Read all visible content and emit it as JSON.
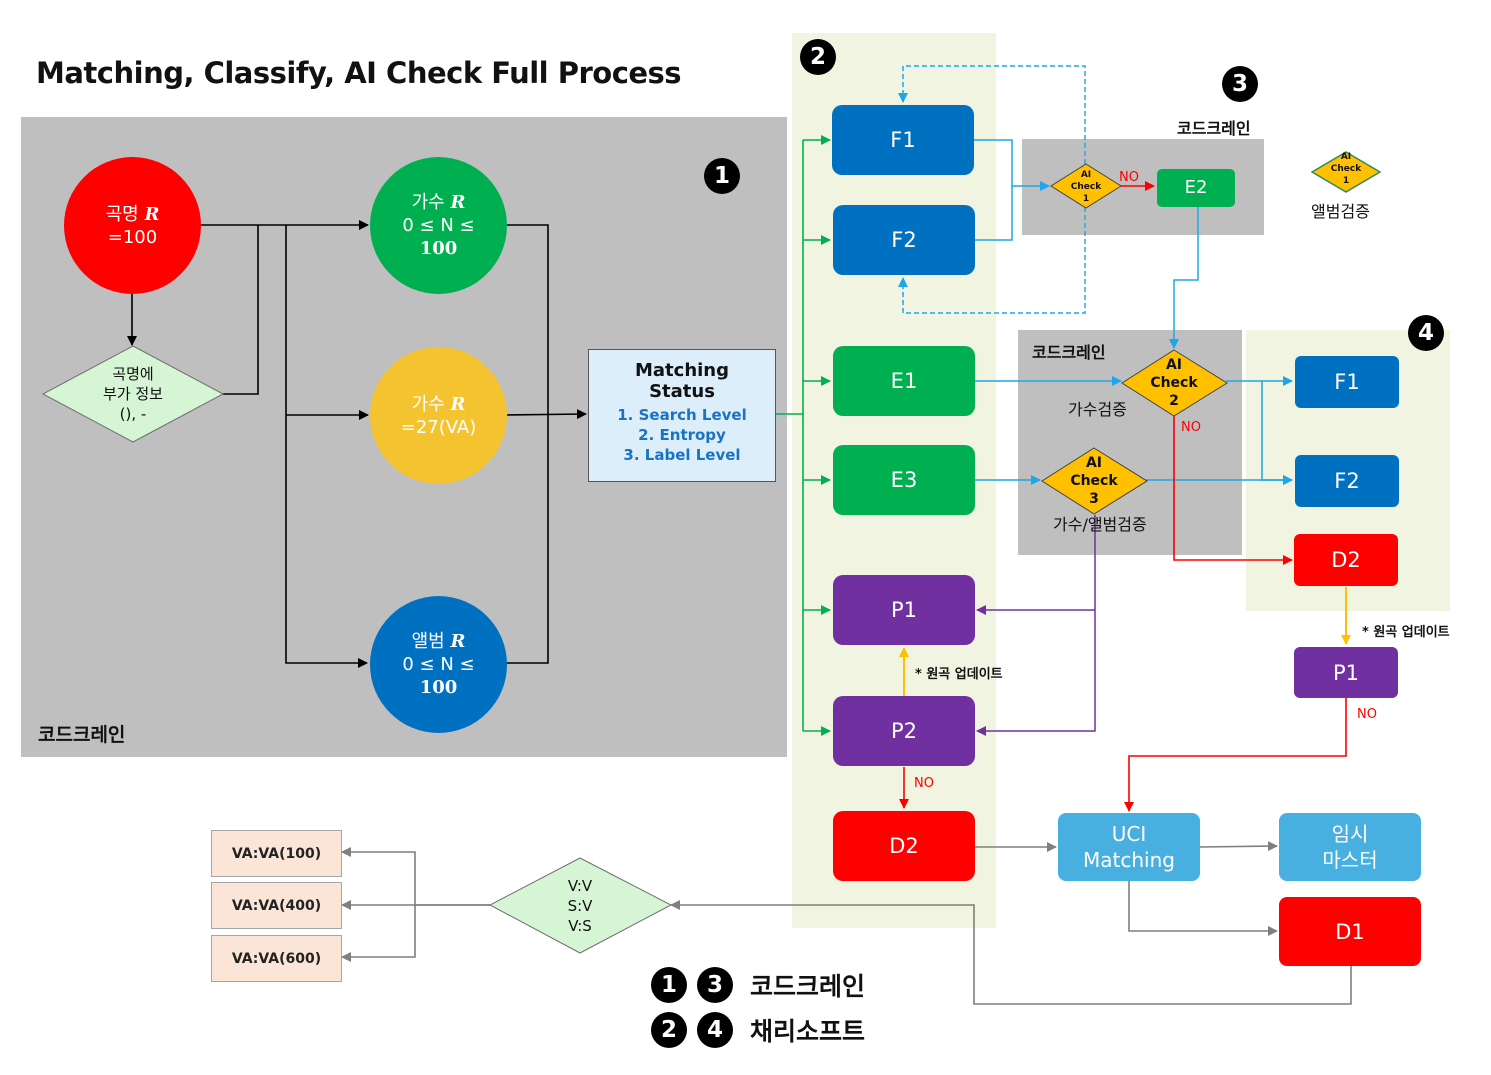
{
  "title": "Matching, Classify, AI Check Full Process",
  "regions": {
    "cc_main_label": "코드크레인",
    "cc3_label": "코드크레인",
    "cc2_label": "코드크레인"
  },
  "badges": {
    "b1": "1",
    "b2": "2",
    "b3": "3",
    "b4": "4"
  },
  "left": {
    "song": {
      "line1": "곡명",
      "r": "R",
      "line2": "=100"
    },
    "singer_range": {
      "line1": "가수",
      "r": "R",
      "line2": "0 ≤ N ≤",
      "line3": "100"
    },
    "singer_va": {
      "line1": "가수",
      "r": "R",
      "line2": "=27(VA)"
    },
    "album_range": {
      "line1": "앨범",
      "r": "R",
      "line2": "0 ≤ N ≤",
      "line3": "100"
    },
    "extra_info": {
      "line1": "곡명에",
      "line2": "부가 정보",
      "line3": "(), -"
    }
  },
  "matching_status": {
    "title1": "Matching",
    "title2": "Status",
    "items": [
      "1. Search Level",
      "2. Entropy",
      "3. Label Level"
    ]
  },
  "mid": {
    "F1": "F1",
    "F2": "F2",
    "E1": "E1",
    "E3": "E3",
    "P1": "P1",
    "P2": "P2",
    "D2": "D2",
    "update_note": "* 원곡 업데이트",
    "no_label": "NO"
  },
  "checks": {
    "c1": {
      "l1": "AI",
      "l2": "Check",
      "l3": "1"
    },
    "c2": {
      "l1": "AI",
      "l2": "Check",
      "l3": "2",
      "caption": "가수검증"
    },
    "c3": {
      "l1": "AI",
      "l2": "Check",
      "l3": "3",
      "caption": "가수/앨범검증"
    },
    "legend": {
      "l1": "AI",
      "l2": "Check",
      "l3": "1",
      "caption": "앨범검증"
    },
    "no1": "NO",
    "no2": "NO"
  },
  "e2": "E2",
  "right": {
    "F1": "F1",
    "F2": "F2",
    "D2": "D2",
    "P1": "P1",
    "update_note": "* 원곡 업데이트",
    "no_label": "NO"
  },
  "bottom": {
    "uci_l1": "UCI",
    "uci_l2": "Matching",
    "temp_l1": "임시",
    "temp_l2": "마스터",
    "D1": "D1",
    "vs": {
      "l1": "V:V",
      "l2": "S:V",
      "l3": "V:S"
    },
    "va_boxes": [
      "VA:VA(100)",
      "VA:VA(400)",
      "VA:VA(600)"
    ]
  },
  "legend": {
    "row1_badges": [
      "1",
      "3"
    ],
    "row1_text": "코드크레인",
    "row2_badges": [
      "2",
      "4"
    ],
    "row2_text": "채리소프트"
  },
  "colors": {
    "gray_panel": "#bfbfbf",
    "green_panel": "#f1f4e1",
    "red": "#ff0000",
    "green": "#00b050",
    "yellow": "#f4c430",
    "blue": "#0070c0",
    "purple": "#7030a0",
    "lightblue": "#48b0e0",
    "diamond_yellow": "#ffc000",
    "diamond_green": "#d5f5d5"
  }
}
